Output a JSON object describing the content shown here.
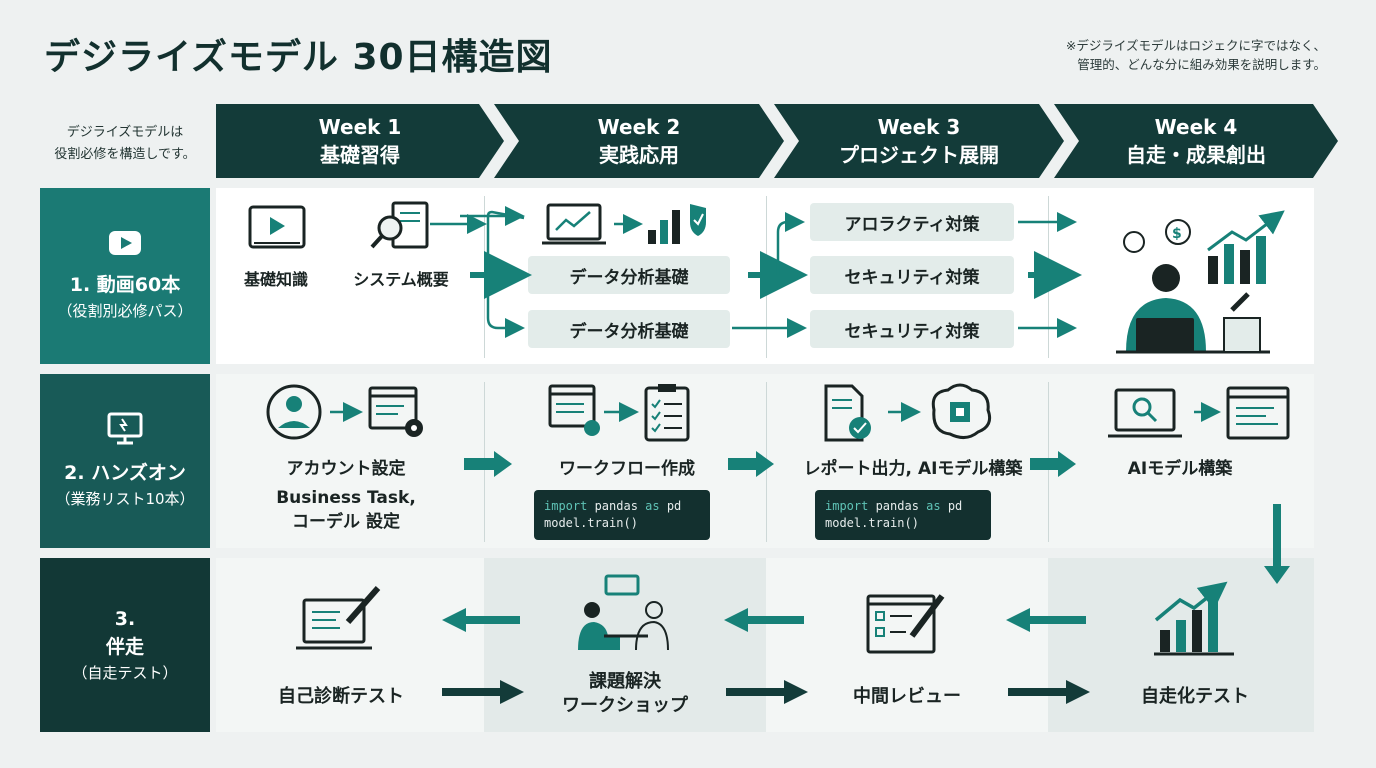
{
  "title": "デジライズモデル 30日構造図",
  "note": {
    "line1": "※デジライズモデルはロジェクに字ではなく、",
    "line2": "管理的、どんな分に組み効果を説明します。"
  },
  "corner": {
    "line1": "デジライズモデルは",
    "line2": "役割必修を構造しです。"
  },
  "weeks": [
    {
      "label": "Week 1",
      "sub": "基礎習得"
    },
    {
      "label": "Week 2",
      "sub": "実践応用"
    },
    {
      "label": "Week 3",
      "sub": "プロジェクト展開"
    },
    {
      "label": "Week 4",
      "sub": "自走・成果創出"
    }
  ],
  "rows": [
    {
      "title": "1. 動画60本",
      "sub": "（役割別必修パス）"
    },
    {
      "title": "2. ハンズオン",
      "sub": "（業務リスト10本）"
    },
    {
      "title_line1": "3.",
      "title_line2": "伴走",
      "sub": "（自走テスト）"
    }
  ],
  "row1": {
    "kiso": "基礎知識",
    "system": "システム概要",
    "w2_pill1": "データ分析基礎",
    "w2_pill2": "データ分析基礎",
    "w3_pill1": "アロラクティ対策",
    "w3_pill2": "セキュリティ対策",
    "w3_pill3": "セキュリティ対策"
  },
  "row2": {
    "w1_label": "アカウント設定",
    "w1_sub_line1": "Business Task,",
    "w1_sub_line2": "コーデル 設定",
    "w2_label": "ワークフロー作成",
    "w3_label": "レポート出力, AIモデル構築",
    "w4_label": "AIモデル構築",
    "code": {
      "kw1": "import",
      "rest1": " pandas ",
      "kw2": "as",
      "rest2": " pd",
      "line2": "model.train()"
    }
  },
  "row3": {
    "w1_label": "自己診断テスト",
    "w2_line1": "課題解決",
    "w2_line2": "ワークショップ",
    "w3_label": "中間レビュー",
    "w4_label": "自走化テスト"
  },
  "colors": {
    "dark": "#133b39",
    "teal": "#1b7a74",
    "accent": "#178178"
  }
}
